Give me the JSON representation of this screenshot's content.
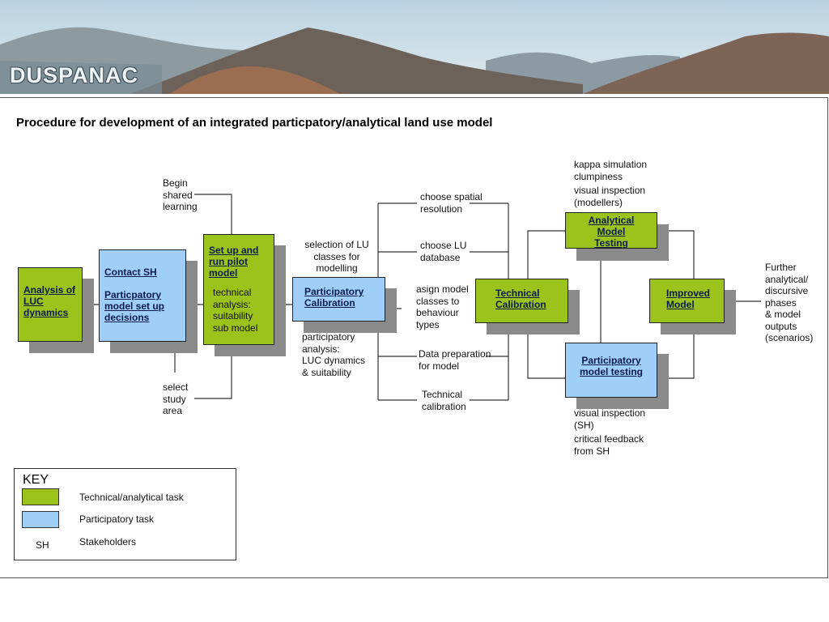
{
  "header": {
    "logo_text": "DUSPANAC"
  },
  "diagram": {
    "title": "Procedure for development of an integrated particpatory/analytical land use model",
    "boxes": {
      "analysis_luc": "Analysis of LUC  dynamics",
      "contact_sh": "Contact SH",
      "participatory_setup": "Particpatory model set up decisions",
      "setup_pilot": "Set up and run pilot model",
      "participatory_calibration": "Participatory Calibration",
      "technical_calibration": "Technical Calibration",
      "analytical_testing": "Analytical Model Testing",
      "participatory_testing": "Participatory model testing",
      "improved_model": "Improved Model"
    },
    "labels": {
      "begin_shared": "Begin\nshared\nlearning",
      "select_study": "select\nstudy\narea",
      "technical_analysis": "technical\nanalysis:\nsuitability\nsub model",
      "selection_lu": "selection of LU\nclasses for\nmodelling",
      "participatory_analysis": "participatory\nanalysis:\nLUC dynamics\n& suitability",
      "choose_spatial": "choose spatial\nresolution",
      "choose_lu_db": "choose LU\ndatabase",
      "assign_model": "asign model\nclasses to\nbehaviour\ntypes",
      "data_prep": "Data preparation\nfor model",
      "tech_calib_label": "Technical\ncalibration",
      "kappa": "kappa simulation\nclumpiness",
      "visual_modellers": "visual inspection\n(modellers)",
      "visual_sh": "visual inspection\n(SH)",
      "critical_feedback": "critical feedback\nfrom SH",
      "further": "Further\nanalytical/\ndiscursive\nphases\n& model\noutputs\n(scenarios)"
    }
  },
  "key": {
    "title": "KEY",
    "technical": "Technical/analytical task",
    "participatory": "Participatory task",
    "sh_abbrev": "SH",
    "stakeholders": "Stakeholders"
  },
  "colors": {
    "technical": "#9cc21c",
    "participatory": "#9fcff8",
    "shadow": "#8a8a8a"
  }
}
